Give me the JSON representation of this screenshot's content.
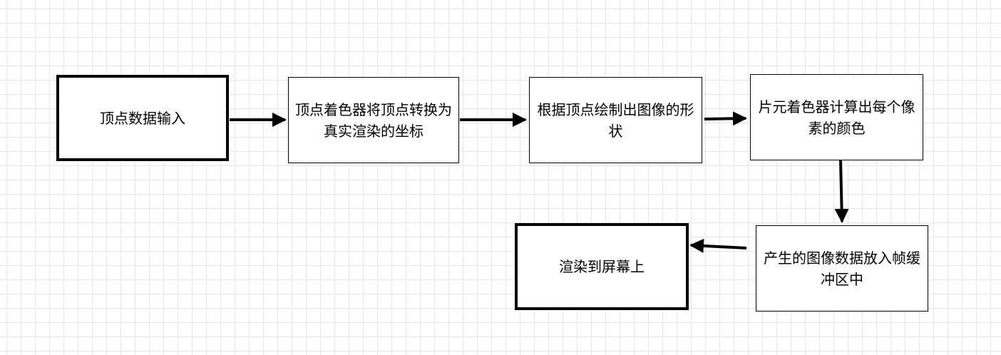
{
  "diagram": {
    "nodes": {
      "vertex_input": "顶点数据输入",
      "vertex_shader": "顶点着色器将顶点转换为真实渲染的坐标",
      "draw_shape": "根据顶点绘制出图像的形状",
      "fragment_shader": "片元着色器计算出每个像素的颜色",
      "framebuffer": "产生的图像数据放入帧缓冲区中",
      "render_screen": "渲染到屏幕上"
    },
    "edges": [
      {
        "from": "vertex_input",
        "to": "vertex_shader"
      },
      {
        "from": "vertex_shader",
        "to": "draw_shape"
      },
      {
        "from": "draw_shape",
        "to": "fragment_shader"
      },
      {
        "from": "fragment_shader",
        "to": "framebuffer"
      },
      {
        "from": "framebuffer",
        "to": "render_screen"
      }
    ],
    "colors": {
      "stroke": "#000000",
      "fill": "#ffffff",
      "grid": "#e6e6e6"
    }
  }
}
